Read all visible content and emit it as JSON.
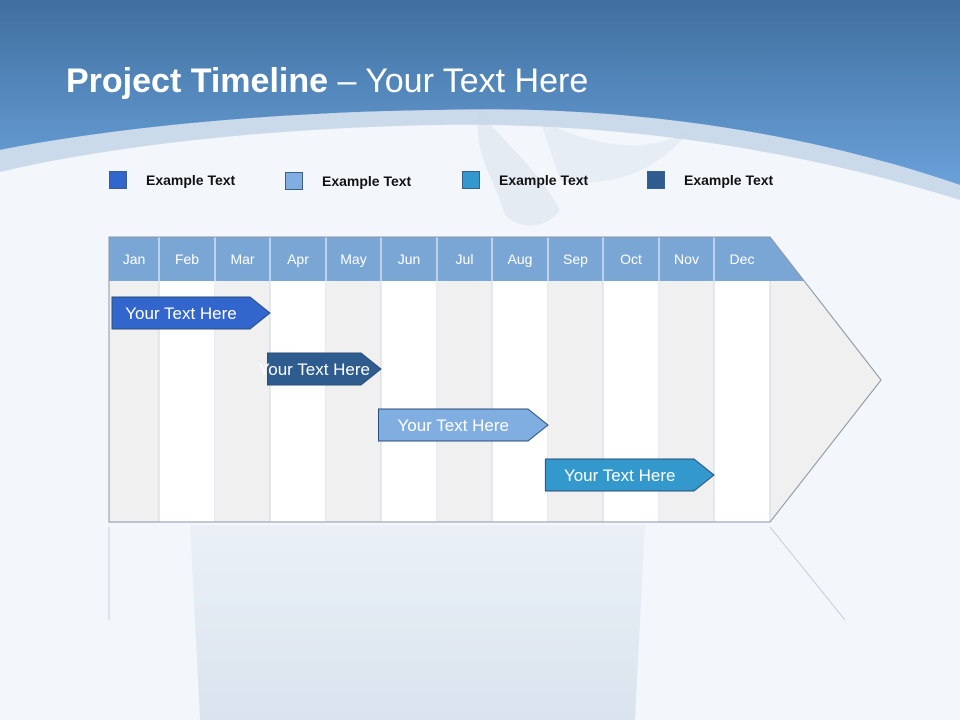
{
  "title": {
    "main": "Project Timeline",
    "rest": " – Your Text Here"
  },
  "legend": [
    {
      "label": "Example Text",
      "color": "#3366cc"
    },
    {
      "label": "Example Text",
      "color": "#80aee0"
    },
    {
      "label": "Example Text",
      "color": "#3399cc"
    },
    {
      "label": "Example Text",
      "color": "#2e5c8f"
    }
  ],
  "months": [
    "Jan",
    "Feb",
    "Mar",
    "Apr",
    "May",
    "Jun",
    "Jul",
    "Aug",
    "Sep",
    "Oct",
    "Nov",
    "Dec"
  ],
  "tasks": [
    {
      "label": "Your  Text Here",
      "start_month": 1.0,
      "end_month": 4.0,
      "color": "#3366cc"
    },
    {
      "label": "Your  Text Here",
      "start_month": 3.9,
      "end_month": 6.0,
      "color": "#2e5c8f"
    },
    {
      "label": "Your  Text Here",
      "start_month": 5.9,
      "end_month": 9.0,
      "color": "#80aee0"
    },
    {
      "label": "Your  Text Here",
      "start_month": 8.9,
      "end_month": 12.0,
      "color": "#3399cc"
    }
  ],
  "colors": {
    "header": "#5b93d2",
    "month_header": "#7aa6d6",
    "grid_shaded": "#f0f0f0"
  }
}
